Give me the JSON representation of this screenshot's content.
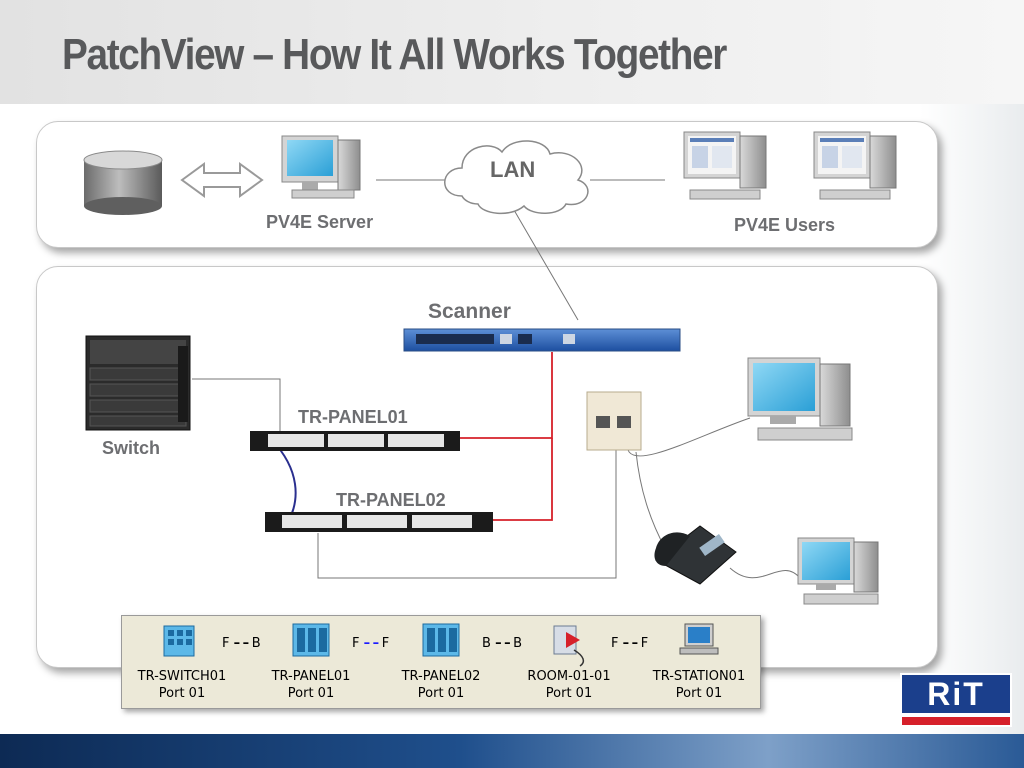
{
  "title": "PatchView – How It All Works Together",
  "labels": {
    "server": "PV4E Server",
    "lan": "LAN",
    "users": "PV4E Users",
    "scanner": "Scanner",
    "switch": "Switch",
    "panel1": "TR-PANEL01",
    "panel2": "TR-PANEL02"
  },
  "path": [
    {
      "name": "TR-SWITCH01",
      "port": "Port 01",
      "icon": "switch-icon"
    },
    {
      "name": "TR-PANEL01",
      "port": "Port 01",
      "icon": "patch-panel-icon"
    },
    {
      "name": "TR-PANEL02",
      "port": "Port 01",
      "icon": "patch-panel-icon"
    },
    {
      "name": "ROOM-01-01",
      "port": "Port 01",
      "icon": "wall-outlet-icon"
    },
    {
      "name": "TR-STATION01",
      "port": "Port 01",
      "icon": "workstation-icon"
    }
  ],
  "connections": [
    {
      "from": "F",
      "to": "B",
      "color": "#000000"
    },
    {
      "from": "F",
      "to": "F",
      "color": "#1a1aff"
    },
    {
      "from": "B",
      "to": "B",
      "color": "#000000"
    },
    {
      "from": "F",
      "to": "F",
      "color": "#000000"
    }
  ],
  "logo": {
    "text": "RiT"
  },
  "colors": {
    "title": "#58595b",
    "label": "#6d6e71",
    "red_cable": "#d6202a",
    "blue_cable": "#2a2f8f",
    "footer": "#1f4f8c"
  }
}
